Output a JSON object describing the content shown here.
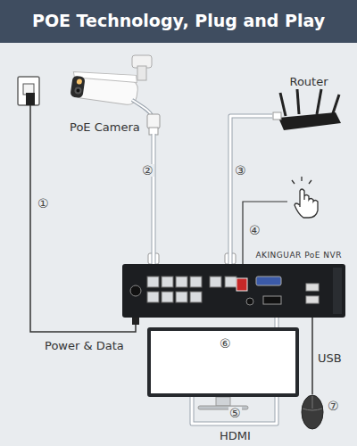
{
  "diagram": {
    "title": "POE Technology, Plug and Play",
    "nodes": [
      {
        "text": [
          "PoE Camera"
        ]
      },
      {
        "text": [
          "Router"
        ]
      },
      {
        "text": [
          "AKINGUAR PoE NVR"
        ]
      },
      {
        "text": [
          "⑥"
        ]
      }
    ],
    "edges": [
      {
        "from": 0,
        "to": 2,
        "label": "②",
        "arrow": "none"
      },
      {
        "from": 1,
        "to": 2,
        "label": "③",
        "arrow": "none"
      },
      {
        "from": 2,
        "to": 3,
        "label": "⑤",
        "arrow": "none"
      }
    ],
    "labels": [
      "①",
      "Power & Data",
      "④",
      "USB",
      "⑦",
      "HDMI"
    ]
  }
}
